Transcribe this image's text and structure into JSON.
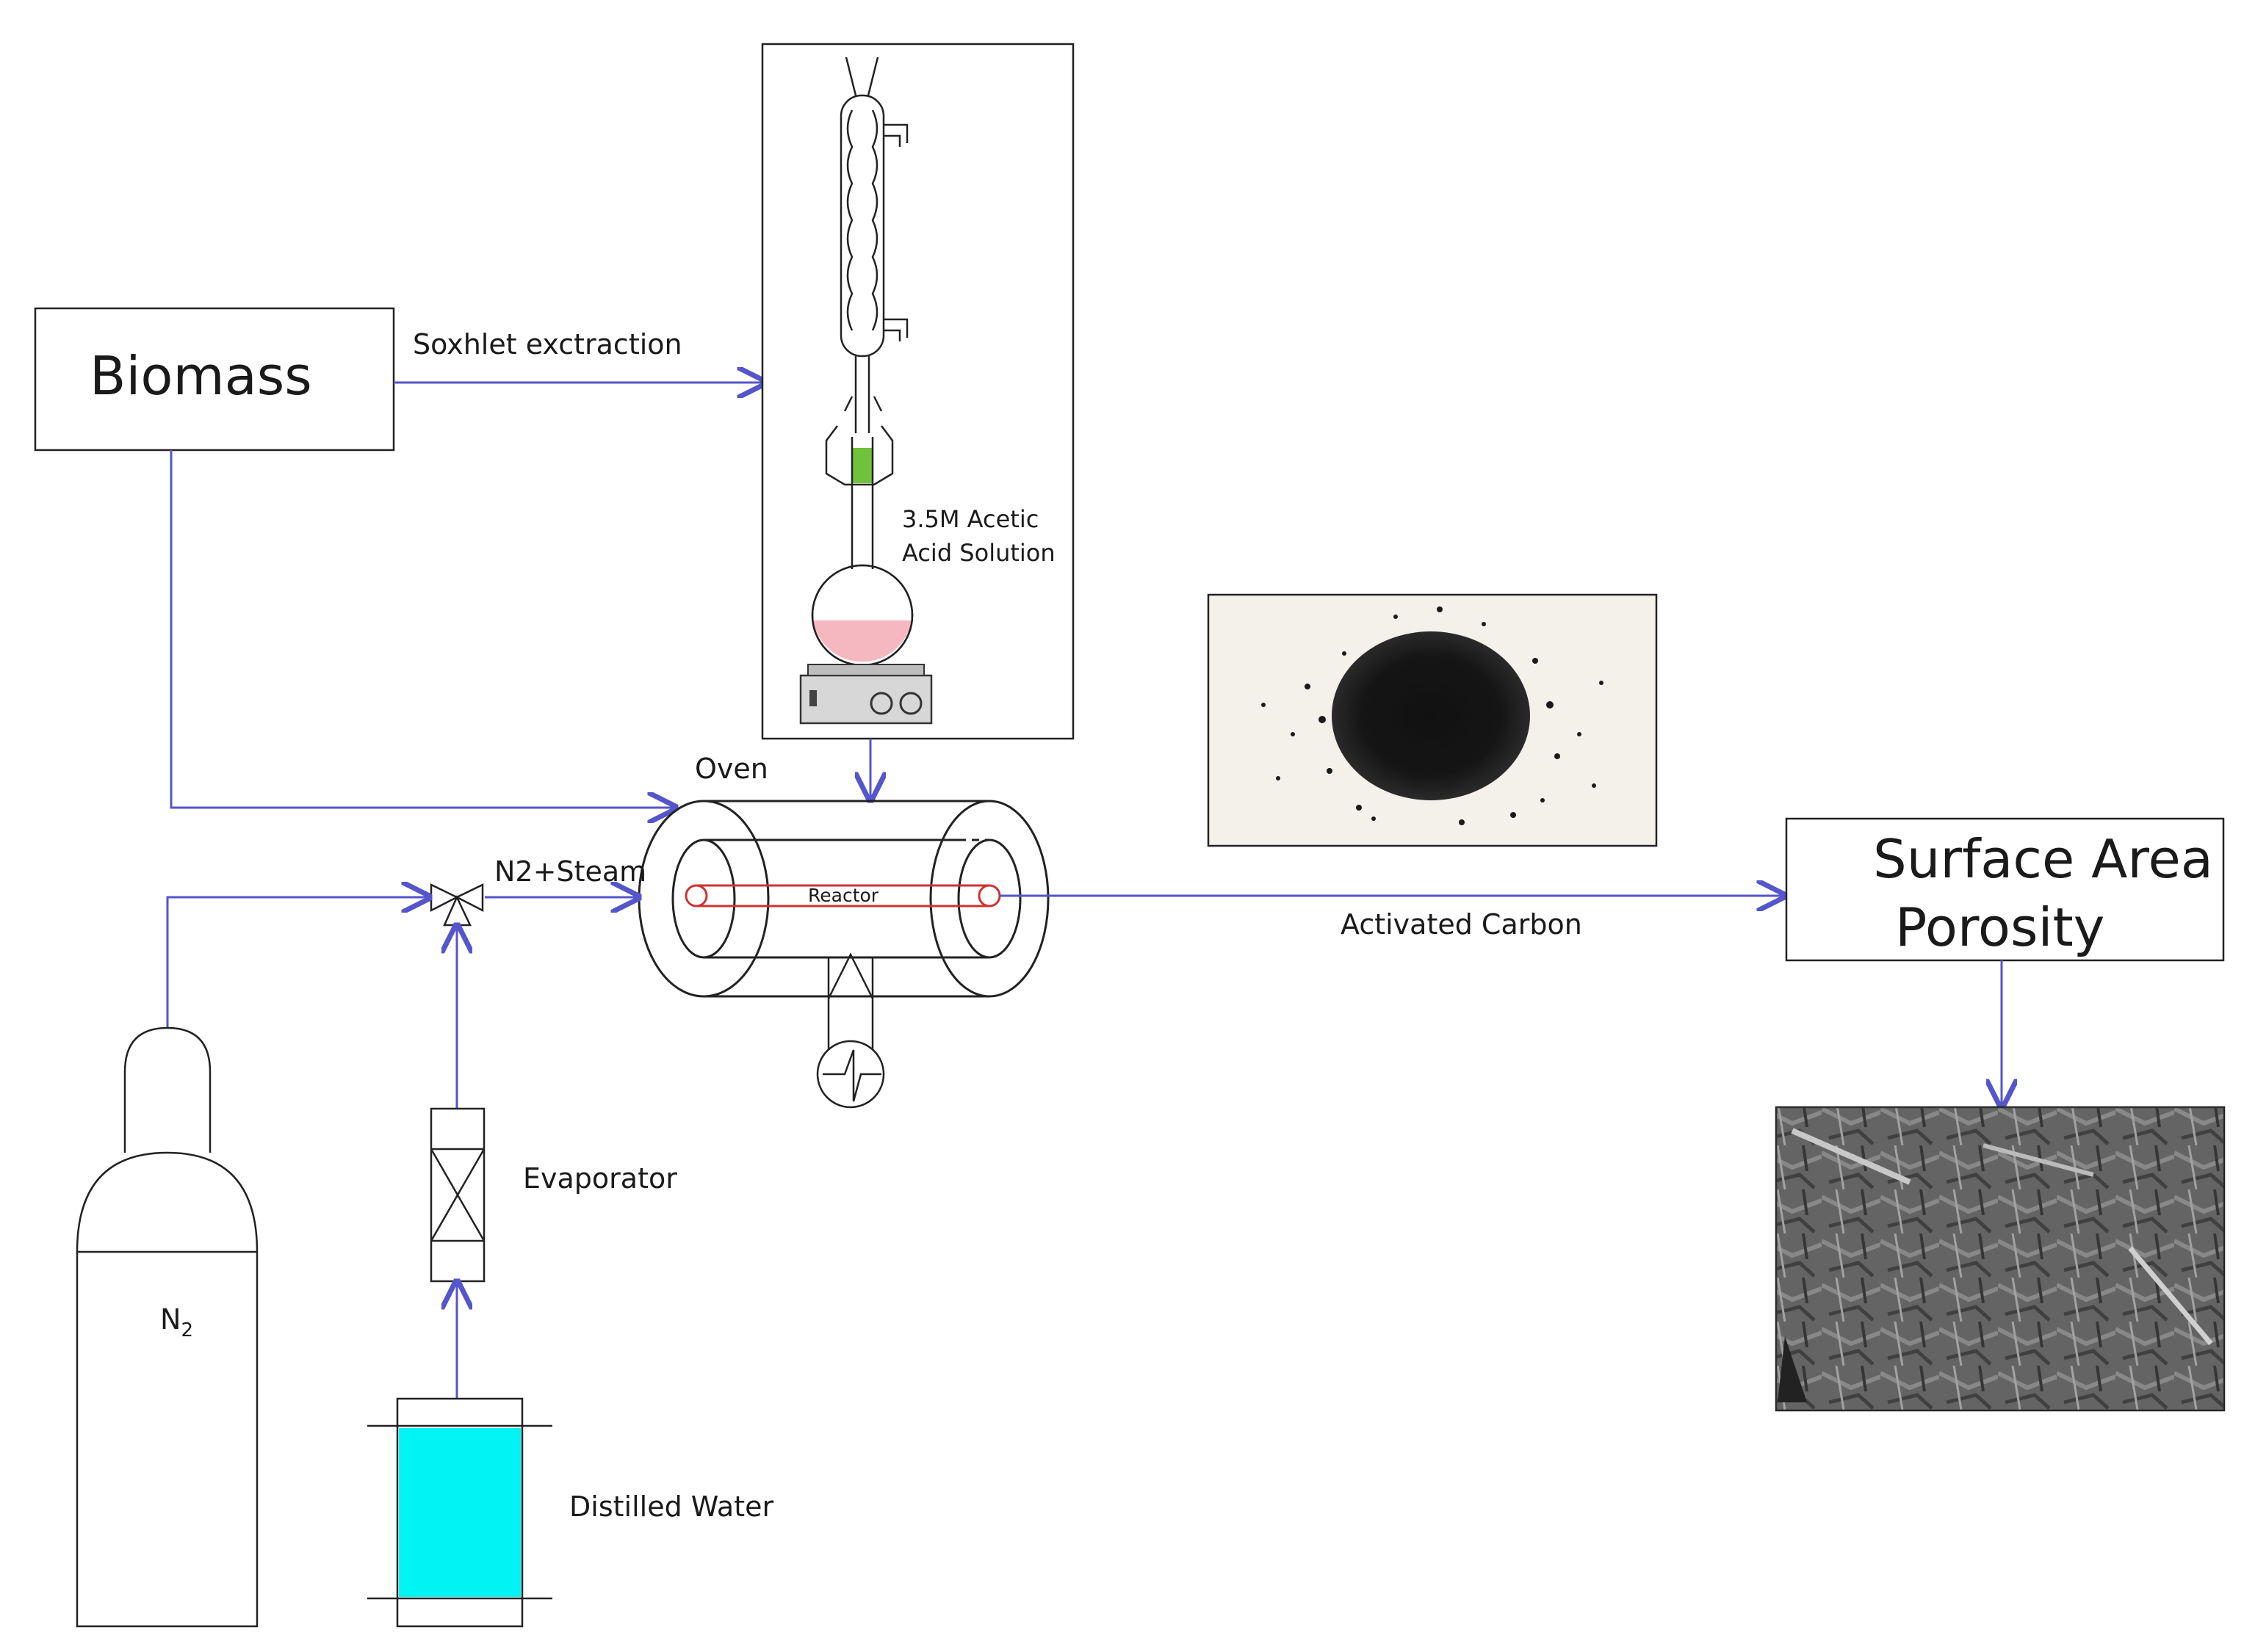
{
  "labels": {
    "biomass": "Biomass",
    "soxhlet": "Soxhlet exctraction",
    "acetic_line1": "3.5M Acetic",
    "acetic_line2": "Acid Solution",
    "oven": "Oven",
    "n2_steam": "N2+Steam",
    "reactor": "Reactor",
    "activated_carbon": "Activated Carbon",
    "surface_line1": "Surface Area",
    "surface_line2": "Porosity",
    "evaporator": "Evaporator",
    "distilled_water": "Distilled Water",
    "n2_main": "N",
    "n2_sub": "2"
  },
  "colors": {
    "flow_line": "#5555cc",
    "outline": "#222222",
    "reactor_tube": "#cc3333",
    "water": "#00f4f4",
    "flask_liquid": "#f6b8c0",
    "extract_green": "#6fc33a"
  }
}
